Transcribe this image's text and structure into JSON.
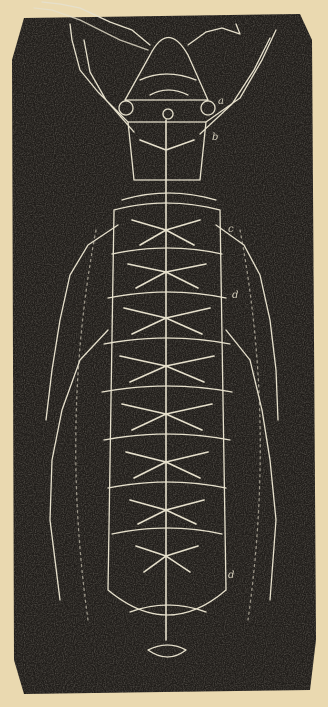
{
  "image": {
    "subject": "engraved-plate-insect-larva-nervous-system",
    "colors": {
      "paper": "#ead9b0",
      "ink": "#1e1b18",
      "line": "#e6e0cc"
    }
  },
  "annotations": {
    "a": "a",
    "b": "b",
    "c": "c",
    "d_upper": "d",
    "d_lower": "d"
  }
}
